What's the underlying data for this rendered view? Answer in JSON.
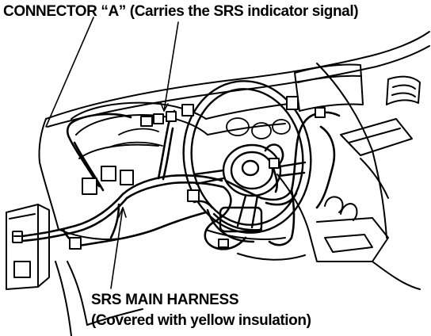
{
  "labels": {
    "connector_a": "CONNECTOR “A” (Carries the SRS indicator signal)",
    "srs_main_harness": "SRS MAIN HARNESS",
    "harness_note": "(Covered with yellow insulation)"
  },
  "colors": {
    "ink": "#000000",
    "paper": "#ffffff"
  }
}
